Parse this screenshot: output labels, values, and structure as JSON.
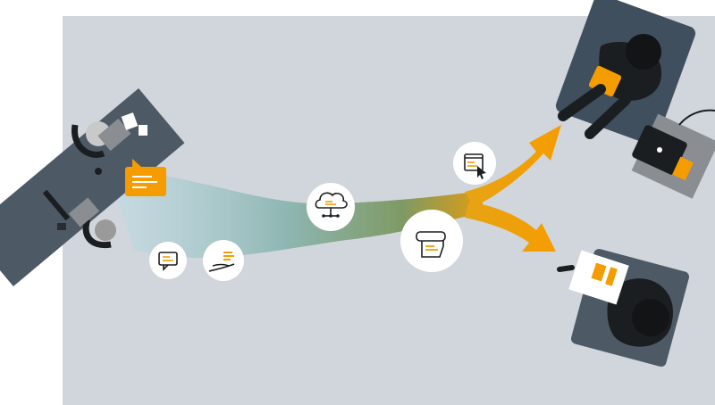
{
  "diagram": {
    "colors": {
      "background_panel": "#d1d6dc",
      "desk": "#4d5a66",
      "person_dark": "#1b1e21",
      "person_grey": "#8a8d91",
      "laptop": "#7a7d81",
      "accent_orange": "#f59d00",
      "flow_start": "#c2dde6",
      "flow_mid": "#6a9a8a",
      "flow_end": "#f59d00",
      "icon_circle": "#ffffff",
      "chair_left": "#4d5a66",
      "chair_right": "#3f4f5e",
      "chair_bottom": "#4d5a66"
    },
    "icons": [
      "chat-bubble-icon",
      "hand-coins-icon",
      "cloud-network-icon",
      "printer-receipt-icon",
      "browser-click-icon",
      "document-bubble-icon"
    ],
    "scene": [
      "left-desk-two-workers",
      "right-top-person-with-tablet",
      "right-middle-laptop",
      "right-bottom-person-reading-document"
    ]
  }
}
